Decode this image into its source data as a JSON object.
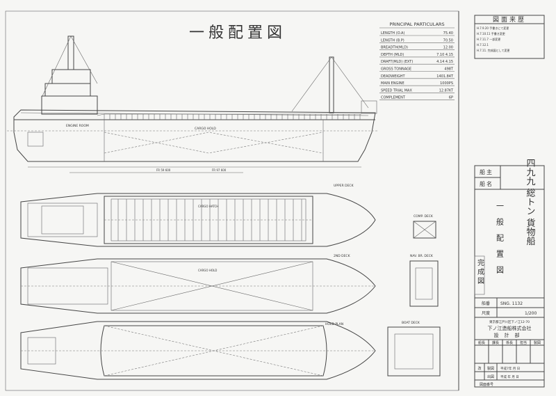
{
  "title": "一般配置図",
  "particulars": {
    "heading": "PRINCIPAL PARTICULARS",
    "rows": [
      {
        "label": "LENGTH (O.A)",
        "value": "75.40"
      },
      {
        "label": "LENGTH (B.P)",
        "value": "70.50"
      },
      {
        "label": "BREADTH(MLD)",
        "value": "12.00"
      },
      {
        "label": "DEPTH (MLD)",
        "value": "7.10  4.15"
      },
      {
        "label": "DRAFT(MLD) (EXT)",
        "value": "4.14  4.15"
      },
      {
        "label": "GROSS TONNAGE",
        "value": "498T"
      },
      {
        "label": "DEADWEIGHT",
        "value": "1401.84T"
      },
      {
        "label": "MAIN ENGINE",
        "value": "1000PS"
      },
      {
        "label": "SPEED   TRIAL MAX",
        "value": "12.87KT"
      },
      {
        "label": "COMPLEMENT",
        "value": "6P"
      }
    ]
  },
  "revisions": {
    "heading": "図面来歴",
    "rows": [
      "H.7.9.20 手書きにて変更",
      "H.7.10.11 手書き変更",
      "H.7.11.7 一部変更",
      "H.7.12.1",
      "H.7.11. 完成図として変更"
    ]
  },
  "views": {
    "engine_room": "ENGINE ROOM",
    "cargo_hold": "CARGO HOLD",
    "upper_deck": "UPPER DECK",
    "comp_deck": "COMP. DECK",
    "second_deck": "2ND DECK",
    "nav_br_deck": "NAV. BR. DECK",
    "hold_plan": "HOLD PLAN",
    "boat_deck": "BOAT DECK",
    "cargo_hatch": "CARGO HATCH",
    "fr1": "FR 59 600",
    "fr2": "FR 97 600"
  },
  "title_block": {
    "owner_label": "船主",
    "ship_name_label": "船名",
    "ship_name": "四九九 総トン 貨物船",
    "drawing_title": "一般配置図",
    "status": "完成図",
    "number_label": "船番",
    "number": "SNG. 1132",
    "scale_label": "尺度",
    "scale": "1/200",
    "address": "東京都江戸川区下ノ江12-70",
    "company": "下ノ江造船株式会社",
    "dept": "設計部",
    "sign_headers": [
      "船長",
      "課長",
      "係長",
      "担当",
      "製図"
    ],
    "drawn_label": "製図",
    "drawn_date": "平成7年 月 日",
    "issued_label": "出図",
    "issued_date": "平成 年 月 日",
    "revised_label": "改",
    "drawing_no_label": "図面番号"
  }
}
